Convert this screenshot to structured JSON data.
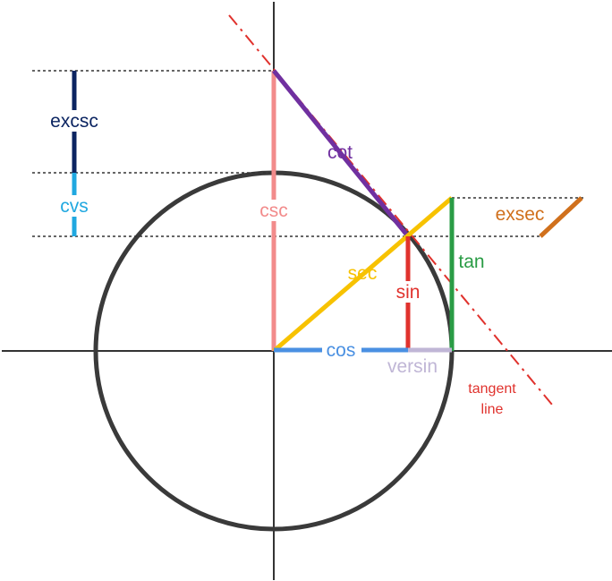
{
  "labels": {
    "excsc": "excsc",
    "cvs": "cvs",
    "cot": "cot",
    "csc": "csc",
    "exsec": "exsec",
    "sec": "sec",
    "sin": "sin",
    "tan": "tan",
    "cos": "cos",
    "versin": "versin",
    "tangent_line_1": "tangent",
    "tangent_line_2": "line"
  },
  "colors": {
    "axes": "#333333",
    "circle": "#3a3a3a",
    "excsc": "#0b2461",
    "cvs": "#20a8e0",
    "cot": "#7030a0",
    "csc": "#f28b8b",
    "exsec": "#d0701c",
    "sec": "#f7c200",
    "sin": "#e0322d",
    "tan": "#2a9c45",
    "cos": "#4a90e2",
    "versin": "#c0b6d6",
    "tangent_line": "#e0322d",
    "guides": "#333333"
  }
}
